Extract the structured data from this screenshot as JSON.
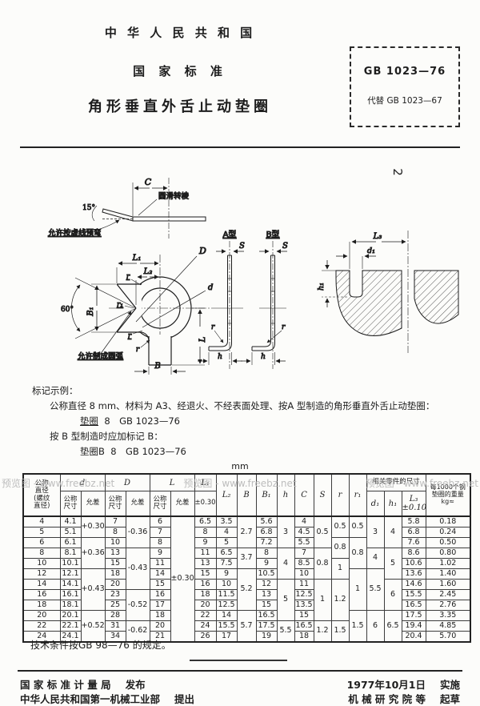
{
  "page": {
    "side_number": "2"
  },
  "watermark": {
    "text": "预览图 - www.freebz.net"
  },
  "header": {
    "country": "中 华 人 民 共 和 国",
    "standard_type": "国 家 标 准",
    "title": "角形垂直外舌止动垫圈",
    "code": "GB 1023—76",
    "replaces": "代替 GB 1023—67"
  },
  "figure": {
    "labels": {
      "C": "C",
      "round_edge": "圆滑转棱",
      "angle15": "15°",
      "prebend_note": "允许按虚线预弯",
      "L1": "L₁",
      "L2": "L₂",
      "D": "D",
      "d": "d",
      "B1": "B₁",
      "angle60": "60°",
      "r": "r",
      "r1": "r₁",
      "L": "L",
      "B": "B",
      "arc_note": "允许制成圆弧",
      "typeA": "A型",
      "typeB": "B型",
      "S": "S",
      "h": "h",
      "L3": "L₃",
      "d1": "d₁",
      "h1": "h₁"
    }
  },
  "marking": {
    "heading": "标记示例：",
    "line1": "公称直径 8 mm、材料为 A3、经退火、不经表面处理、按A 型制造的角形垂直外舌止动垫圈：",
    "example1_name": "垫圈",
    "example1_rest": "8　GB 1023—76",
    "line2": "按 B 型制造时应加标记 B：",
    "example2_name": "垫圈B",
    "example2_rest": "8　GB 1023—76"
  },
  "table": {
    "unit": "mm",
    "header": {
      "nominal": "公称\n直径\n(螺纹\n直径)",
      "d": "d",
      "D": "D",
      "L": "L",
      "nominal_size": "公称\n尺寸",
      "tolerance": "允差",
      "L1": "L₁",
      "L1_tol": "±0.30",
      "L2": "L₂",
      "B": "B",
      "B1": "B₁",
      "h": "h",
      "C": "C",
      "S": "S",
      "r": "r",
      "r1": "r₁",
      "related": "相关零件的尺寸",
      "d1": "d₁",
      "h1": "h₁",
      "L3": "L₃\n±0.10",
      "weight": "每1000个钢\n垫圈的重量\nkg≈"
    },
    "rows": [
      {
        "thread": "4",
        "d": "4.1",
        "D": "7",
        "L": "6",
        "L1": "6.5",
        "L2": "3.5",
        "B1": "5.6",
        "C": "4",
        "L3": "5.8",
        "wt": "0.18"
      },
      {
        "thread": "5",
        "d": "5.1",
        "D": "8",
        "L": "7",
        "L1": "8",
        "L2": "4",
        "B1": "6.8",
        "C": "4.5",
        "L3": "6.8",
        "wt": "0.24"
      },
      {
        "thread": "6",
        "d": "6.1",
        "D": "10",
        "L": "8",
        "L1": "9",
        "L2": "5",
        "B1": "7.2",
        "C": "5.5",
        "L3": "7.6",
        "wt": "0.50"
      },
      {
        "thread": "8",
        "d": "8.1",
        "D": "13",
        "L": "9",
        "L1": "11",
        "L2": "6.5",
        "B1": "8",
        "C": "7",
        "L3": "8.6",
        "wt": "0.80"
      },
      {
        "thread": "10",
        "d": "10.1",
        "D": "15",
        "L": "11",
        "L1": "13",
        "L2": "7.5",
        "B1": "9",
        "C": "8.5",
        "L3": "10.6",
        "wt": "1.02"
      },
      {
        "thread": "12",
        "d": "12.1",
        "D": "18",
        "L": "14",
        "L1": "15",
        "L2": "9",
        "B1": "10.5",
        "C": "10",
        "L3": "13.6",
        "wt": "1.40"
      },
      {
        "thread": "14",
        "d": "14.1",
        "D": "20",
        "L": "15",
        "L1": "16",
        "L2": "10",
        "B1": "12",
        "C": "11",
        "L3": "14.6",
        "wt": "1.60"
      },
      {
        "thread": "16",
        "d": "16.1",
        "D": "23",
        "L": "16",
        "L1": "18",
        "L2": "11.5",
        "B1": "13",
        "C": "12.5",
        "L3": "15.5",
        "wt": "2.45"
      },
      {
        "thread": "18",
        "d": "18.1",
        "D": "25",
        "L": "17",
        "L1": "20",
        "L2": "12.5",
        "B1": "15",
        "C": "13.5",
        "L3": "16.5",
        "wt": "2.76"
      },
      {
        "thread": "20",
        "d": "20.1",
        "D": "28",
        "L": "18",
        "L1": "22",
        "L2": "14",
        "B1": "16.5",
        "C": "15",
        "L3": "17.5",
        "wt": "3.35"
      },
      {
        "thread": "22",
        "d": "22.1",
        "D": "31",
        "L": "20",
        "L1": "24",
        "L2": "15.5",
        "B1": "17.5",
        "C": "16.5",
        "L3": "19.4",
        "wt": "4.85"
      },
      {
        "thread": "24",
        "d": "24.1",
        "D": "34",
        "L": "21",
        "L1": "26",
        "L2": "17",
        "B1": "19",
        "C": "18",
        "L3": "20.4",
        "wt": "5.70"
      }
    ],
    "merged": {
      "d_tol": [
        {
          "start": 0,
          "span": 2,
          "v": "+0.30"
        },
        {
          "start": 2,
          "span": 3,
          "v": "+0.36"
        },
        {
          "start": 5,
          "span": 4,
          "v": "+0.43"
        },
        {
          "start": 9,
          "span": 3,
          "v": "+0.52"
        }
      ],
      "D_tol": [
        {
          "start": 0,
          "span": 3,
          "v": "-0.36"
        },
        {
          "start": 3,
          "span": 4,
          "v": "-0.43"
        },
        {
          "start": 7,
          "span": 3,
          "v": "-0.52"
        },
        {
          "start": 10,
          "span": 2,
          "v": "-0.62"
        }
      ],
      "L_tol": [
        {
          "start": 0,
          "span": 12,
          "v": "±0.30"
        }
      ],
      "B": [
        {
          "start": 0,
          "span": 3,
          "v": "2.7"
        },
        {
          "start": 3,
          "span": 2,
          "v": "3.7"
        },
        {
          "start": 5,
          "span": 4,
          "v": "5.2"
        },
        {
          "start": 9,
          "span": 3,
          "v": "5.7"
        }
      ],
      "h": [
        {
          "start": 0,
          "span": 3,
          "v": "3"
        },
        {
          "start": 3,
          "span": 3,
          "v": "4"
        },
        {
          "start": 6,
          "span": 4,
          "v": "5"
        },
        {
          "start": 10,
          "span": 2,
          "v": "5.5"
        }
      ],
      "S": [
        {
          "start": 0,
          "span": 3,
          "v": "0.5"
        },
        {
          "start": 3,
          "span": 3,
          "v": "0.8"
        },
        {
          "start": 6,
          "span": 4,
          "v": "1"
        },
        {
          "start": 10,
          "span": 2,
          "v": "1.2"
        }
      ],
      "r": [
        {
          "start": 0,
          "span": 2,
          "v": "0.5"
        },
        {
          "start": 2,
          "span": 2,
          "v": "0.8"
        },
        {
          "start": 4,
          "span": 2,
          "v": "1"
        },
        {
          "start": 6,
          "span": 4,
          "v": "1.2"
        },
        {
          "start": 10,
          "span": 2,
          "v": "1.5"
        }
      ],
      "r1": [
        {
          "start": 0,
          "span": 2,
          "v": "0.5"
        },
        {
          "start": 2,
          "span": 3,
          "v": "0.8"
        },
        {
          "start": 5,
          "span": 4,
          "v": "1"
        },
        {
          "start": 9,
          "span": 3,
          "v": "1.5"
        }
      ],
      "d1": [
        {
          "start": 0,
          "span": 3,
          "v": "3"
        },
        {
          "start": 3,
          "span": 2,
          "v": "4"
        },
        {
          "start": 5,
          "span": 4,
          "v": "5.5"
        },
        {
          "start": 9,
          "span": 3,
          "v": "6"
        }
      ],
      "h1": [
        {
          "start": 0,
          "span": 3,
          "v": "4"
        },
        {
          "start": 3,
          "span": 3,
          "v": "5"
        },
        {
          "start": 6,
          "span": 3,
          "v": "6"
        },
        {
          "start": 9,
          "span": 3,
          "v": "6.5"
        }
      ]
    }
  },
  "tech_note": "技术条件按GB 98—76 的规定。",
  "footer": {
    "issuer": "国 家 标 准 计 量 局",
    "issuer_action": "发布",
    "proposer": "中华人民共和国第一机械工业部",
    "proposer_action": "提出",
    "implement_date": "1977年10月1日",
    "implement_action": "实施",
    "drafter": "机 械 研 究 院 等",
    "drafter_action": "起草"
  }
}
